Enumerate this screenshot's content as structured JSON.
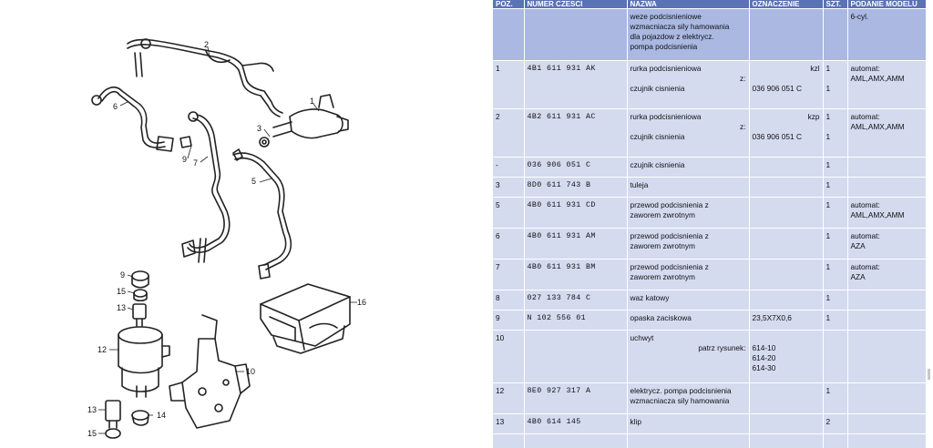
{
  "table": {
    "headers": [
      "POZ.",
      "NUMER CZESCI",
      "NAZWA",
      "OZNACZENIE",
      "SZT.",
      "PODANIE MODELU"
    ],
    "intro": {
      "name": [
        "weze podcisnieniowe",
        "wzmacniacza sily hamowania",
        "dla pojazdow z elektrycz.",
        "pompa podcisnienia"
      ],
      "model": "6-cyl."
    },
    "rows": [
      {
        "poz": "1",
        "part": "4B1  611  931  AK",
        "name": "rurka podcisnieniowa",
        "code": "kzl",
        "qty": "1",
        "model": [
          "automat:",
          "AML,AMX,AMM"
        ],
        "sub": {
          "marker": "z:",
          "name": "czujnik cisnienia",
          "oznaczenie": "036 906 051 C",
          "qty": "1"
        }
      },
      {
        "poz": "2",
        "part": "4B2  611  931  AC",
        "name": "rurka podcisnieniowa",
        "code": "kzp",
        "qty": "1",
        "model": [
          "automat:",
          "AML,AMX,AMM"
        ],
        "sub": {
          "marker": "z:",
          "name": "czujnik cisnienia",
          "oznaczenie": "036 906 051 C",
          "qty": "1"
        }
      },
      {
        "poz": "-",
        "part": "036  906  051  C",
        "name": "czujnik cisnienia",
        "qty": "1"
      },
      {
        "poz": "3",
        "part": "8D0  611  743  B",
        "name": "tuleja",
        "qty": "1"
      },
      {
        "poz": "5",
        "part": "4B0  611  931  CD",
        "name2": [
          "przewod podcisnienia z",
          "zaworem zwrotnym"
        ],
        "qty": "1",
        "model": [
          "automat:",
          "AML,AMX,AMM"
        ]
      },
      {
        "poz": "6",
        "part": "4B0  611  931  AM",
        "name2": [
          "przewod podcisnienia z",
          "zaworem zwrotnym"
        ],
        "qty": "1",
        "model": [
          "automat:",
          "AZA"
        ]
      },
      {
        "poz": "7",
        "part": "4B0  611  931  BM",
        "name2": [
          "przewod podcisnienia z",
          "zaworem zwrotnym"
        ],
        "qty": "1",
        "model": [
          "automat:",
          "AZA"
        ]
      },
      {
        "poz": "8",
        "part": "027  133  784  C",
        "name": "waz katowy",
        "qty": "1"
      },
      {
        "poz": "9",
        "part": "N     102  556  01",
        "name": "opaska zaciskowa",
        "oznaczenie": "23,5X7X0,6",
        "qty": "1"
      },
      {
        "poz": "10",
        "name": "uchwyt",
        "see_label": "patrz rysunek:",
        "see_values": [
          "614-10",
          "614-20",
          "614-30"
        ]
      },
      {
        "poz": "12",
        "part": "8E0  927  317  A",
        "name2": [
          "elektrycz. pompa podcisnienia",
          "wzmacniacza sily hamowania"
        ],
        "qty": "1"
      },
      {
        "poz": "13",
        "part": "4B0  614  145",
        "name": "klip",
        "qty": "2"
      }
    ]
  },
  "diagram": {
    "callouts": [
      "1",
      "2",
      "3",
      "5",
      "6",
      "7",
      "9",
      "9",
      "10",
      "12",
      "13",
      "13",
      "14",
      "15",
      "15",
      "16"
    ]
  }
}
